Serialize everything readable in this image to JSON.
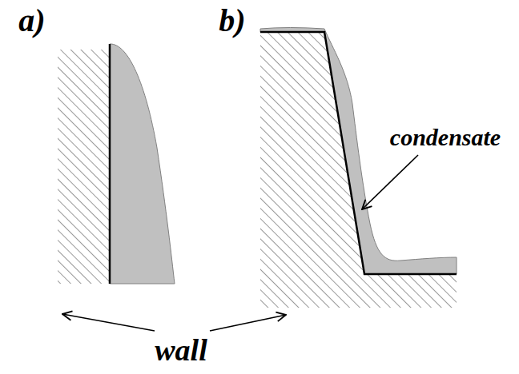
{
  "diagram": {
    "labels": [
      "a)",
      "b)",
      "condensate",
      "wall"
    ]
  }
}
